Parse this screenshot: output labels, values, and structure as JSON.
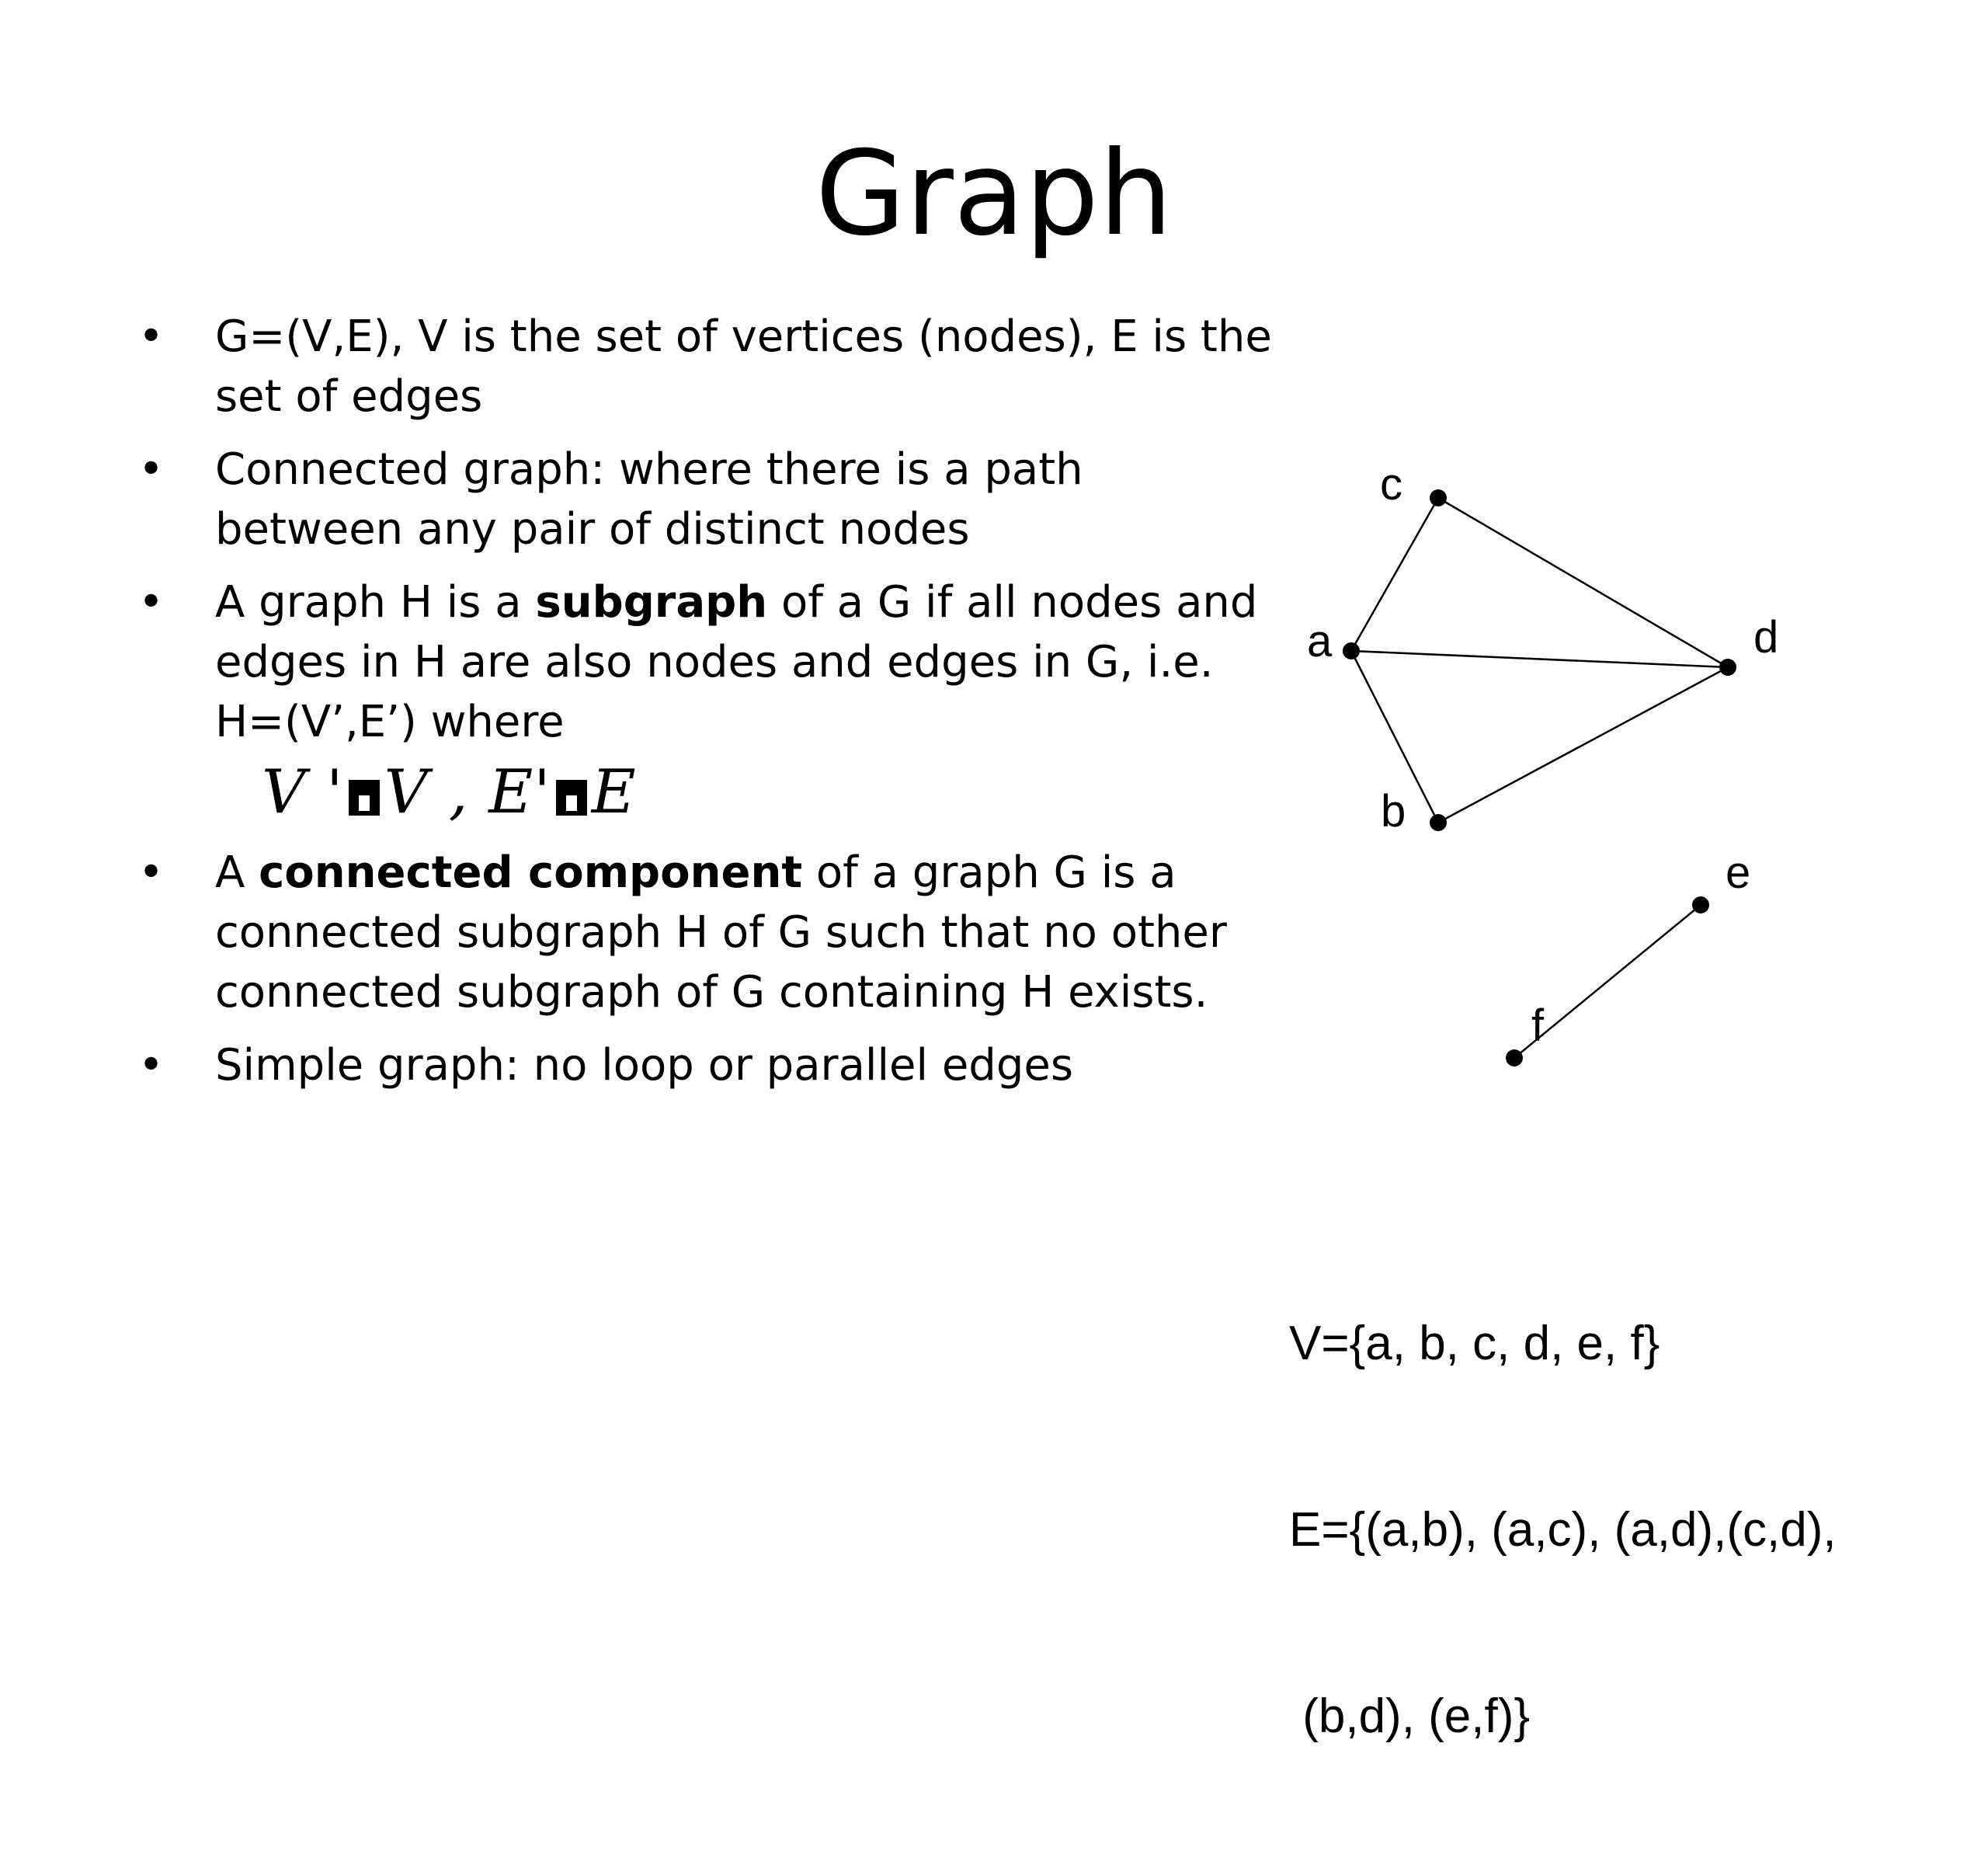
{
  "title": "Graph",
  "bullets": {
    "b1": "G=(V,E), V is the set of vertices (nodes), E is the set of edges",
    "b2": "Connected graph: where there is a path between any pair of distinct nodes",
    "b3_pre": "A graph H is a ",
    "b3_bold": "subgraph",
    "b3_post": " of a G if all nodes and edges in H are also nodes and edges in G, i.e. H=(V’,E’) where",
    "formula_v_prime": "V '",
    "formula_v": "V ,",
    "formula_e_prime": "E'",
    "formula_e": "E",
    "b4_pre": "A ",
    "b4_bold": "connected component",
    "b4_post": " of a graph G is a connected subgraph H of G such that no other connected subgraph of G containing H exists.",
    "b5": "Simple graph: no loop or parallel edges",
    "bullet_char": "•"
  },
  "graph": {
    "nodes": [
      {
        "id": "a",
        "label": "a"
      },
      {
        "id": "b",
        "label": "b"
      },
      {
        "id": "c",
        "label": "c"
      },
      {
        "id": "d",
        "label": "d"
      },
      {
        "id": "e",
        "label": "e"
      },
      {
        "id": "f",
        "label": "f"
      }
    ],
    "edges": [
      [
        "a",
        "b"
      ],
      [
        "a",
        "c"
      ],
      [
        "a",
        "d"
      ],
      [
        "c",
        "d"
      ],
      [
        "b",
        "d"
      ],
      [
        "e",
        "f"
      ]
    ]
  },
  "sets": {
    "v_set": "V={a, b, c, d, e, f}",
    "e_set_line1": "E={(a,b), (a,c), (a,d),(c,d),",
    "e_set_line2": " (b,d), (e,f)}"
  }
}
